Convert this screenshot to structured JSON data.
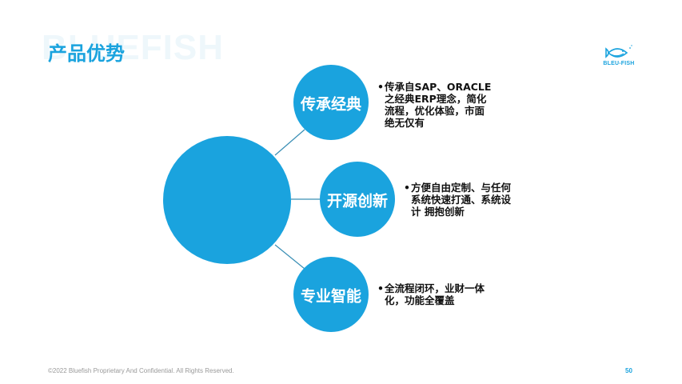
{
  "slide": {
    "watermark": "BLUEFISH",
    "title": "产品优势",
    "logo_text": "BLEU-FISH",
    "colors": {
      "accent": "#1aa3de",
      "circle": "#1aa3de",
      "connector": "#3a8fb5",
      "watermark": "#eef7fb"
    }
  },
  "diagram": {
    "nodes": [
      {
        "label": "传承经典",
        "description_lines": [
          "传承自SAP、ORACLE",
          "之经典ERP理念，简化",
          "流程，优化体验，市面",
          "绝无仅有"
        ]
      },
      {
        "label": "开源创新",
        "description_lines": [
          "方便自由定制、与任何",
          "系统快速打通、系统设",
          "计 拥抱创新"
        ]
      },
      {
        "label": "专业智能",
        "description_lines": [
          "全流程闭环，业财一体",
          "化，功能全覆盖"
        ]
      }
    ],
    "bullet": "•"
  },
  "footer": {
    "copyright": "©2022 Bluefish Proprietary And Confidential. All Rights Reserved.",
    "page_number": "50"
  }
}
